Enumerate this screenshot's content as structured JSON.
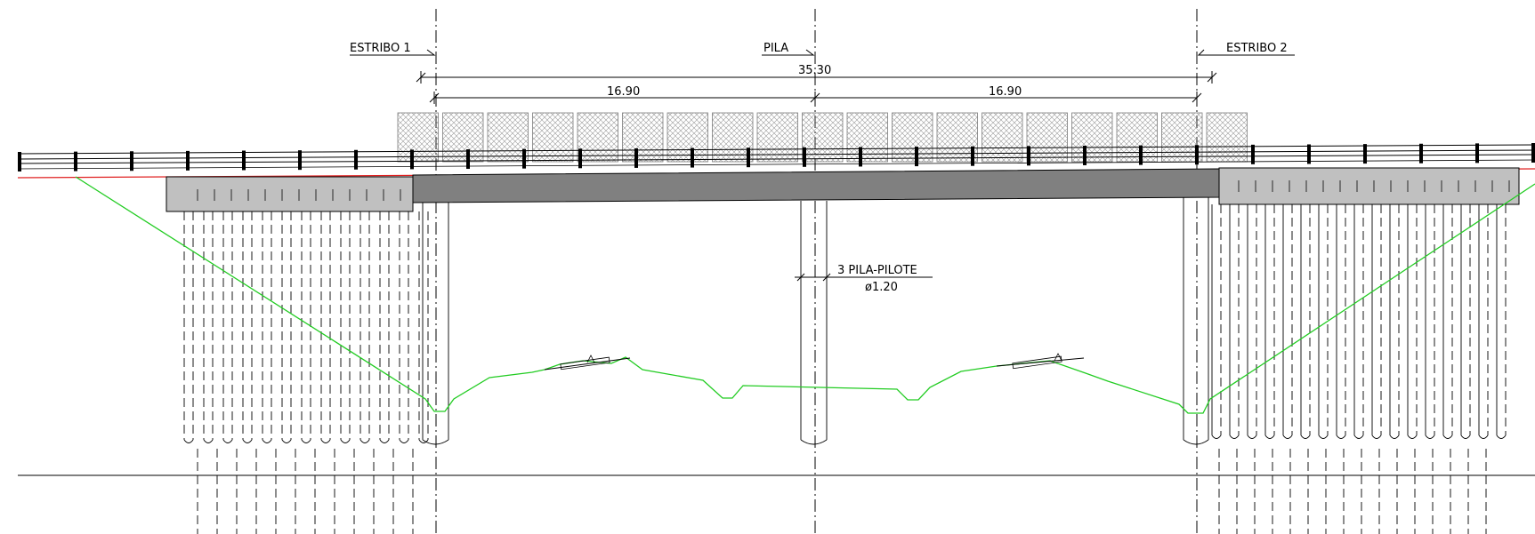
{
  "labels": {
    "estribo_1": "ESTRIBO 1",
    "pila": "PILA",
    "estribo_2": "ESTRIBO 2",
    "total_span": "35.30",
    "span_left": "16.90",
    "span_right": "16.90",
    "pile_note": "3 PILA-PILOTE",
    "pile_diameter": "ø1.20"
  },
  "colors": {
    "terrain": "#22cc22",
    "deck": "#808080",
    "abutment_cap": "#c0c0c0",
    "road_line": "#e02020",
    "railing": "#000000"
  }
}
